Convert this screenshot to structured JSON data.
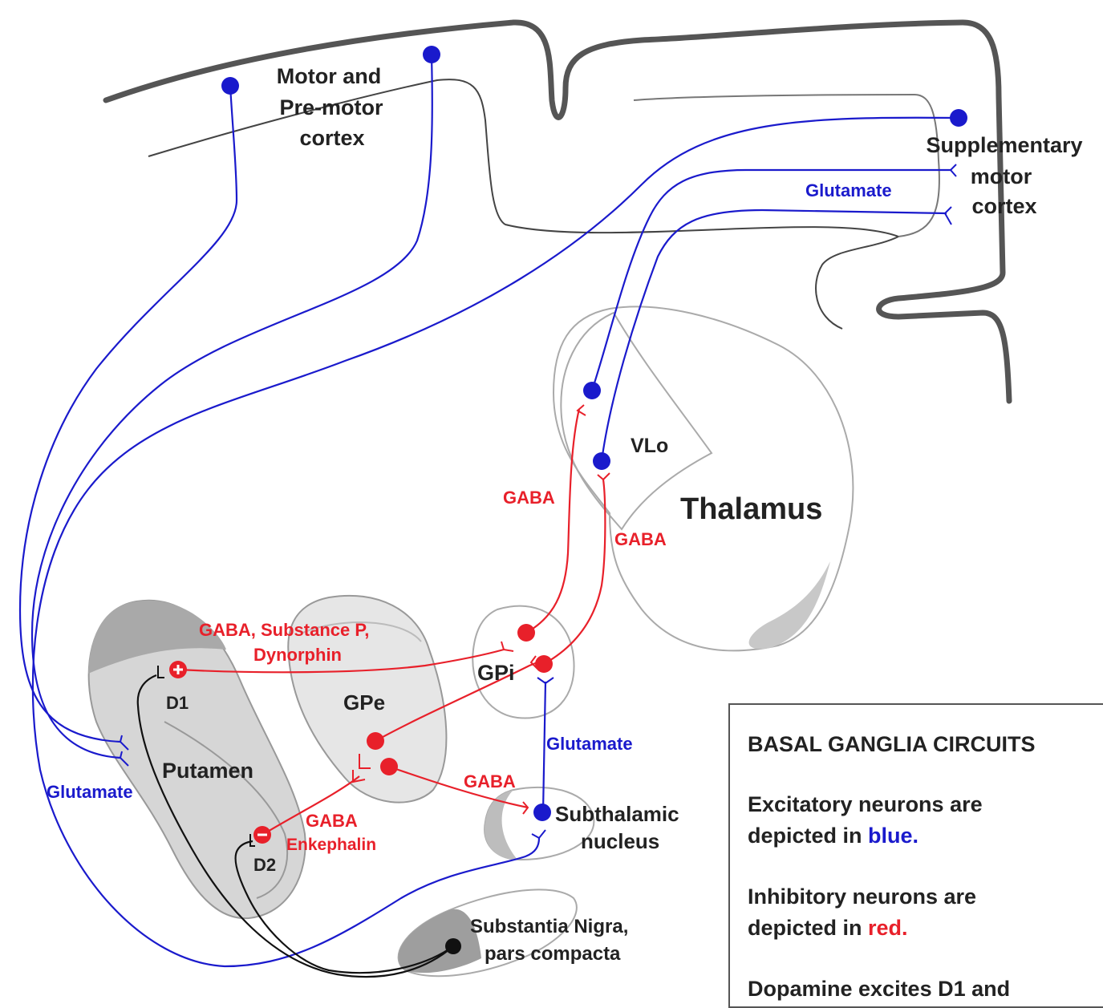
{
  "labels": {
    "motor_cortex": [
      "Motor and",
      "Pre-motor",
      "cortex"
    ],
    "supplementary_cortex": [
      "Supplementary",
      "motor",
      "cortex"
    ],
    "glutamate_top": "Glutamate",
    "vlo": "VLo",
    "thalamus": "Thalamus",
    "gaba_left": "GABA",
    "gaba_right": "GABA",
    "gaba_substance": [
      "GABA, Substance P,",
      "Dynorphin"
    ],
    "gpi": "GPi",
    "gpe": "GPe",
    "d1": "D1",
    "d2": "D2",
    "putamen": "Putamen",
    "glutamate_left": "Glutamate",
    "glutamate_stn": "Glutamate",
    "gaba_stn": "GABA",
    "gaba_enkephalin": [
      "GABA",
      "Enkephalin"
    ],
    "subthalamic": [
      "Subthalamic",
      "nucleus"
    ],
    "substantia_nigra": [
      "Substantia Nigra,",
      "pars compacta"
    ]
  },
  "legend": {
    "title": "BASAL GANGLIA CIRCUITS",
    "excitatory_prefix": "Excitatory neurons are",
    "excitatory_line2": "depicted in ",
    "excitatory_color": "blue.",
    "inhibitory_prefix": "Inhibitory neurons are",
    "inhibitory_line2": "depicted in ",
    "inhibitory_color": "red.",
    "dopamine": "Dopamine excites D1 and"
  },
  "colors": {
    "excitatory": "#1a1acc",
    "inhibitory": "#e8202a",
    "dopamine": "#111111",
    "structure_outline": "#999999"
  }
}
